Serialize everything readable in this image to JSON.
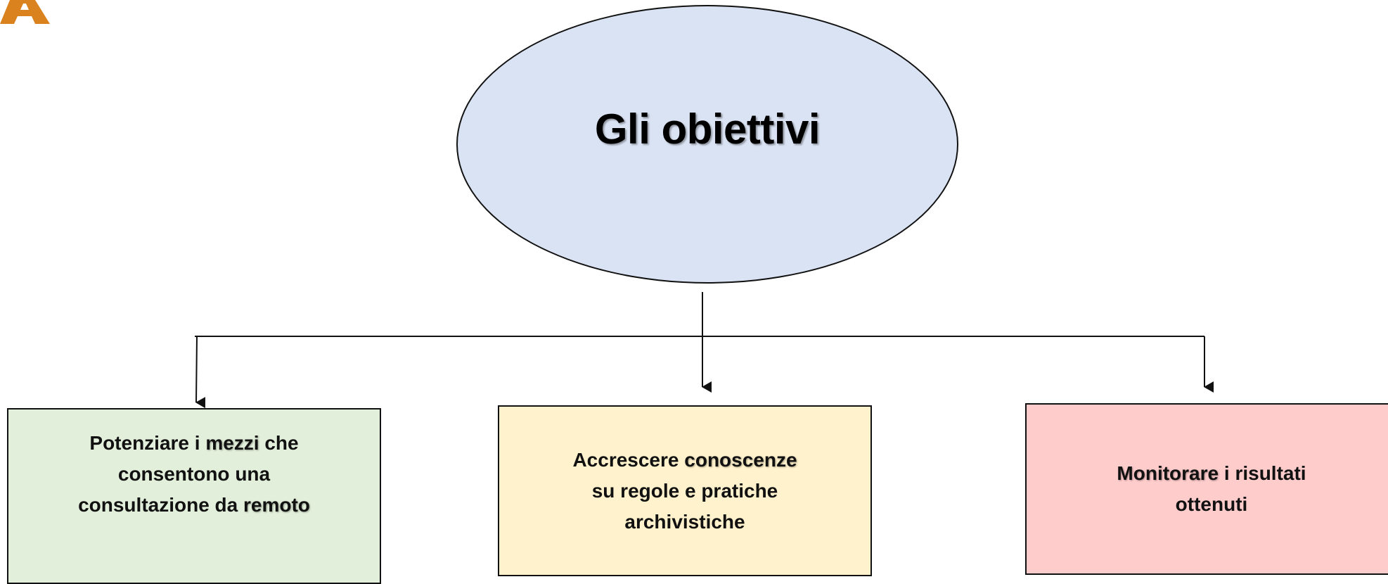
{
  "logo": {
    "name": "orange-a-logo",
    "color": "#d9821e"
  },
  "ellipse": {
    "title": "Gli obiettivi",
    "fill": "#dae3f3"
  },
  "boxes": [
    {
      "fill": "#e2efda",
      "lines": [
        [
          "Potenziare i ",
          "mezzi",
          " che"
        ],
        [
          "consentono una"
        ],
        [
          "consultazione da ",
          "remoto"
        ]
      ]
    },
    {
      "fill": "#fff2cc",
      "lines": [
        [
          "Accrescere ",
          "conoscenze"
        ],
        [
          "su regole e pratiche"
        ],
        [
          "archivistiche"
        ]
      ]
    },
    {
      "fill": "#ffcccc",
      "lines": [
        [
          "Monitorare",
          " i risultati"
        ],
        [
          "ottenuti"
        ]
      ]
    }
  ],
  "colors": {
    "line": "#111111"
  }
}
